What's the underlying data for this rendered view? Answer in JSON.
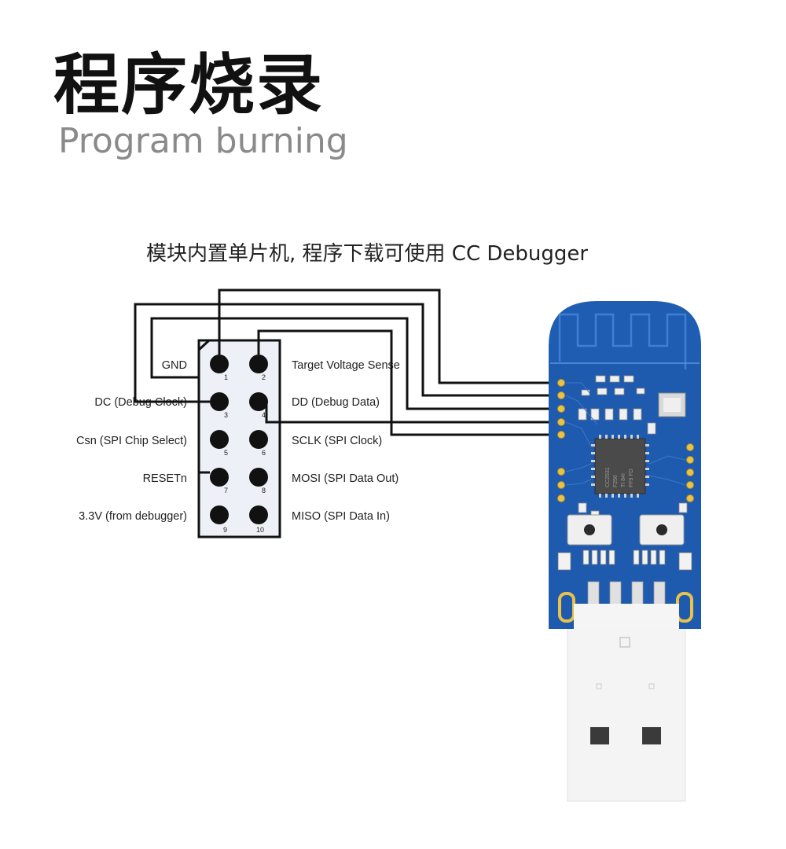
{
  "header": {
    "title_cn": "程序烧录",
    "title_en": "Program burning"
  },
  "caption": "模块内置单片机, 程序下载可使用 CC Debugger",
  "connector": {
    "pins": [
      {
        "num": "1",
        "label": "GND"
      },
      {
        "num": "2",
        "label": "Target Voltage Sense"
      },
      {
        "num": "3",
        "label": "DC (Debug Clock)"
      },
      {
        "num": "4",
        "label": "DD (Debug Data)"
      },
      {
        "num": "5",
        "label": "Csn (SPI Chip Select)"
      },
      {
        "num": "6",
        "label": "SCLK (SPI Clock)"
      },
      {
        "num": "7",
        "label": "RESETn"
      },
      {
        "num": "8",
        "label": "MOSI (SPI Data Out)"
      },
      {
        "num": "9",
        "label": "3.3V (from debugger)"
      },
      {
        "num": "10",
        "label": "MISO (SPI Data In)"
      }
    ]
  },
  "module": {
    "chip_marking": [
      "CC2531",
      "F256",
      "TI 84I",
      "FF9 FD"
    ],
    "colors": {
      "pcb": "#1f5db3",
      "pad": "#e8c24a",
      "wire": "#111111"
    }
  }
}
